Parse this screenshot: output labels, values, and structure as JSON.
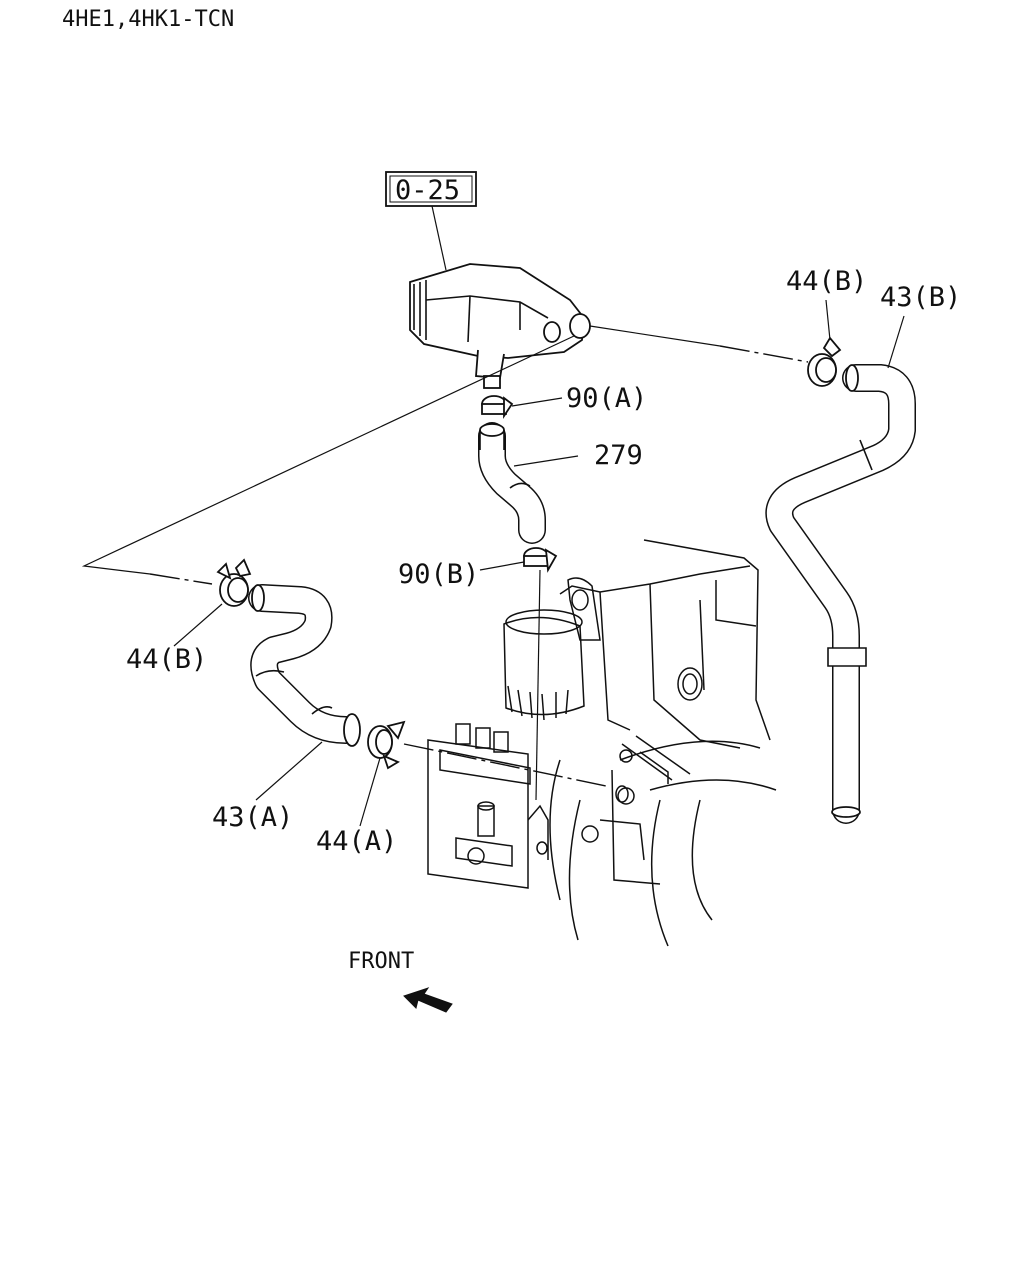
{
  "header": {
    "title": "4HE1,4HK1-TCN"
  },
  "reference": {
    "code": "0-25"
  },
  "callouts": {
    "clamp_44b_right": "44(B)",
    "hose_43b": "43(B)",
    "clamp_90a": "90(A)",
    "hose_279": "279",
    "clamp_90b": "90(B)",
    "clamp_44b_left": "44(B)",
    "hose_43a": "43(A)",
    "clamp_44a": "44(A)"
  },
  "direction": {
    "label": "FRONT"
  }
}
